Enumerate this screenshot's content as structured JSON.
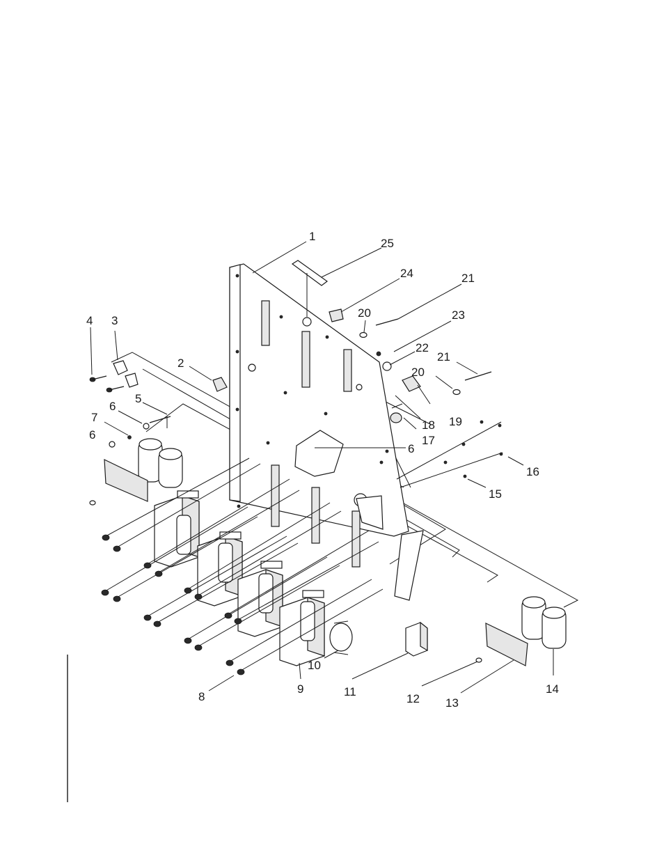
{
  "diagram": {
    "callouts": [
      "1",
      "25",
      "24",
      "21",
      "20",
      "23",
      "22",
      "21",
      "20",
      "4",
      "3",
      "2",
      "5",
      "6",
      "7",
      "6",
      "18",
      "19",
      "17",
      "6",
      "16",
      "15",
      "10",
      "11",
      "9",
      "8",
      "12",
      "13",
      "14"
    ]
  }
}
